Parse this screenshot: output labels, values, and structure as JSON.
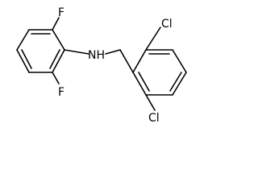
{
  "molecule": {
    "atoms": {
      "f_top": "F",
      "f_bottom": "F",
      "nh": "NH",
      "cl_top": "Cl",
      "cl_bottom": "Cl"
    },
    "colors": {
      "bond": "#000000",
      "label": "#000000",
      "background": "#ffffff"
    }
  }
}
